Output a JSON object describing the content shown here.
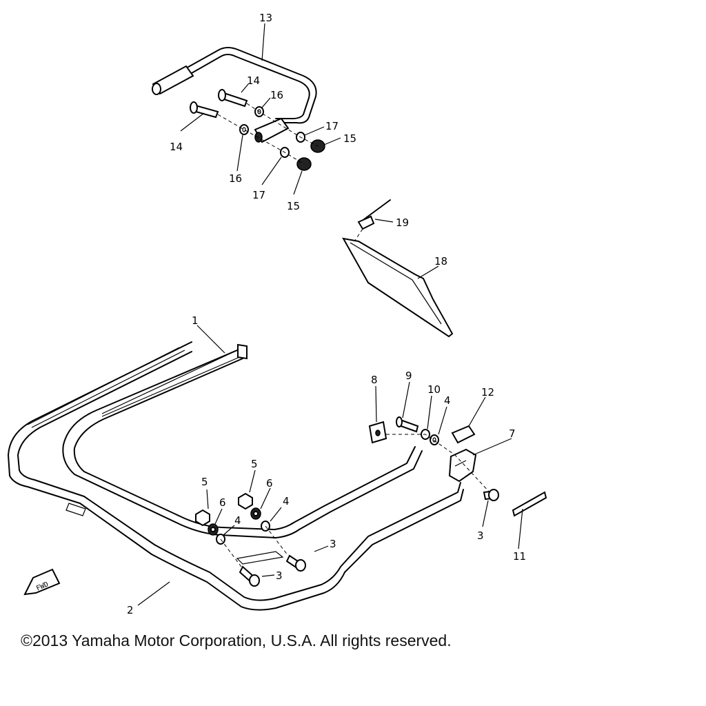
{
  "callouts": {
    "p1": "1",
    "p2": "2",
    "p3a": "3",
    "p3b": "3",
    "p3c": "3",
    "p4a": "4",
    "p4b": "4",
    "p4c": "4",
    "p5a": "5",
    "p5b": "5",
    "p6a": "6",
    "p6b": "6",
    "p7": "7",
    "p8": "8",
    "p9": "9",
    "p10": "10",
    "p11": "11",
    "p12": "12",
    "p13": "13",
    "p14a": "14",
    "p14b": "14",
    "p15a": "15",
    "p15b": "15",
    "p16a": "16",
    "p16b": "16",
    "p17a": "17",
    "p17b": "17",
    "p18": "18",
    "p19": "19"
  },
  "fwd_label": "FWD",
  "copyright": "©2013 Yamaha Motor Corporation, U.S.A. All rights reserved."
}
